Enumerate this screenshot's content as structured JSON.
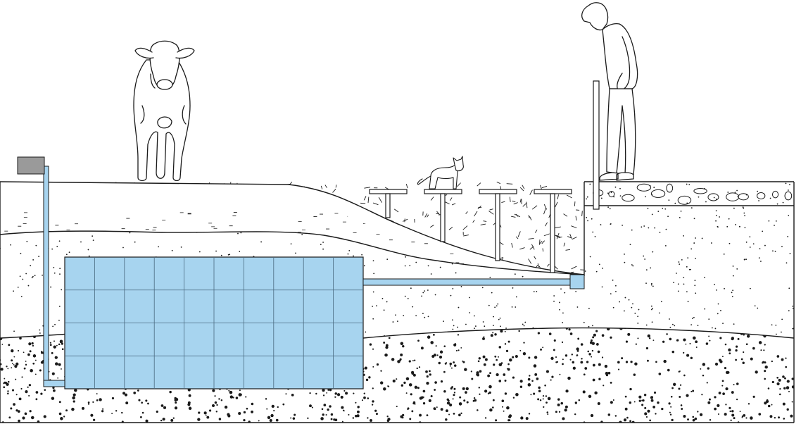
{
  "diagram": {
    "kind": "cross-section",
    "colors": {
      "water": "#a7d4ef",
      "pipe": "#a7d4ef",
      "outline": "#1a1a1a",
      "cap_box": "#9a9a9a",
      "background": "#ffffff"
    },
    "elements": {
      "figures": [
        "cow",
        "cat",
        "person"
      ],
      "storage_grid": {
        "columns": 10,
        "rows": 4
      },
      "pedestal_tiles": 4,
      "soil_layers": [
        "topsoil",
        "pervious-fill",
        "sandy-subsoil",
        "gravel-base",
        "cobble-surface"
      ]
    }
  }
}
